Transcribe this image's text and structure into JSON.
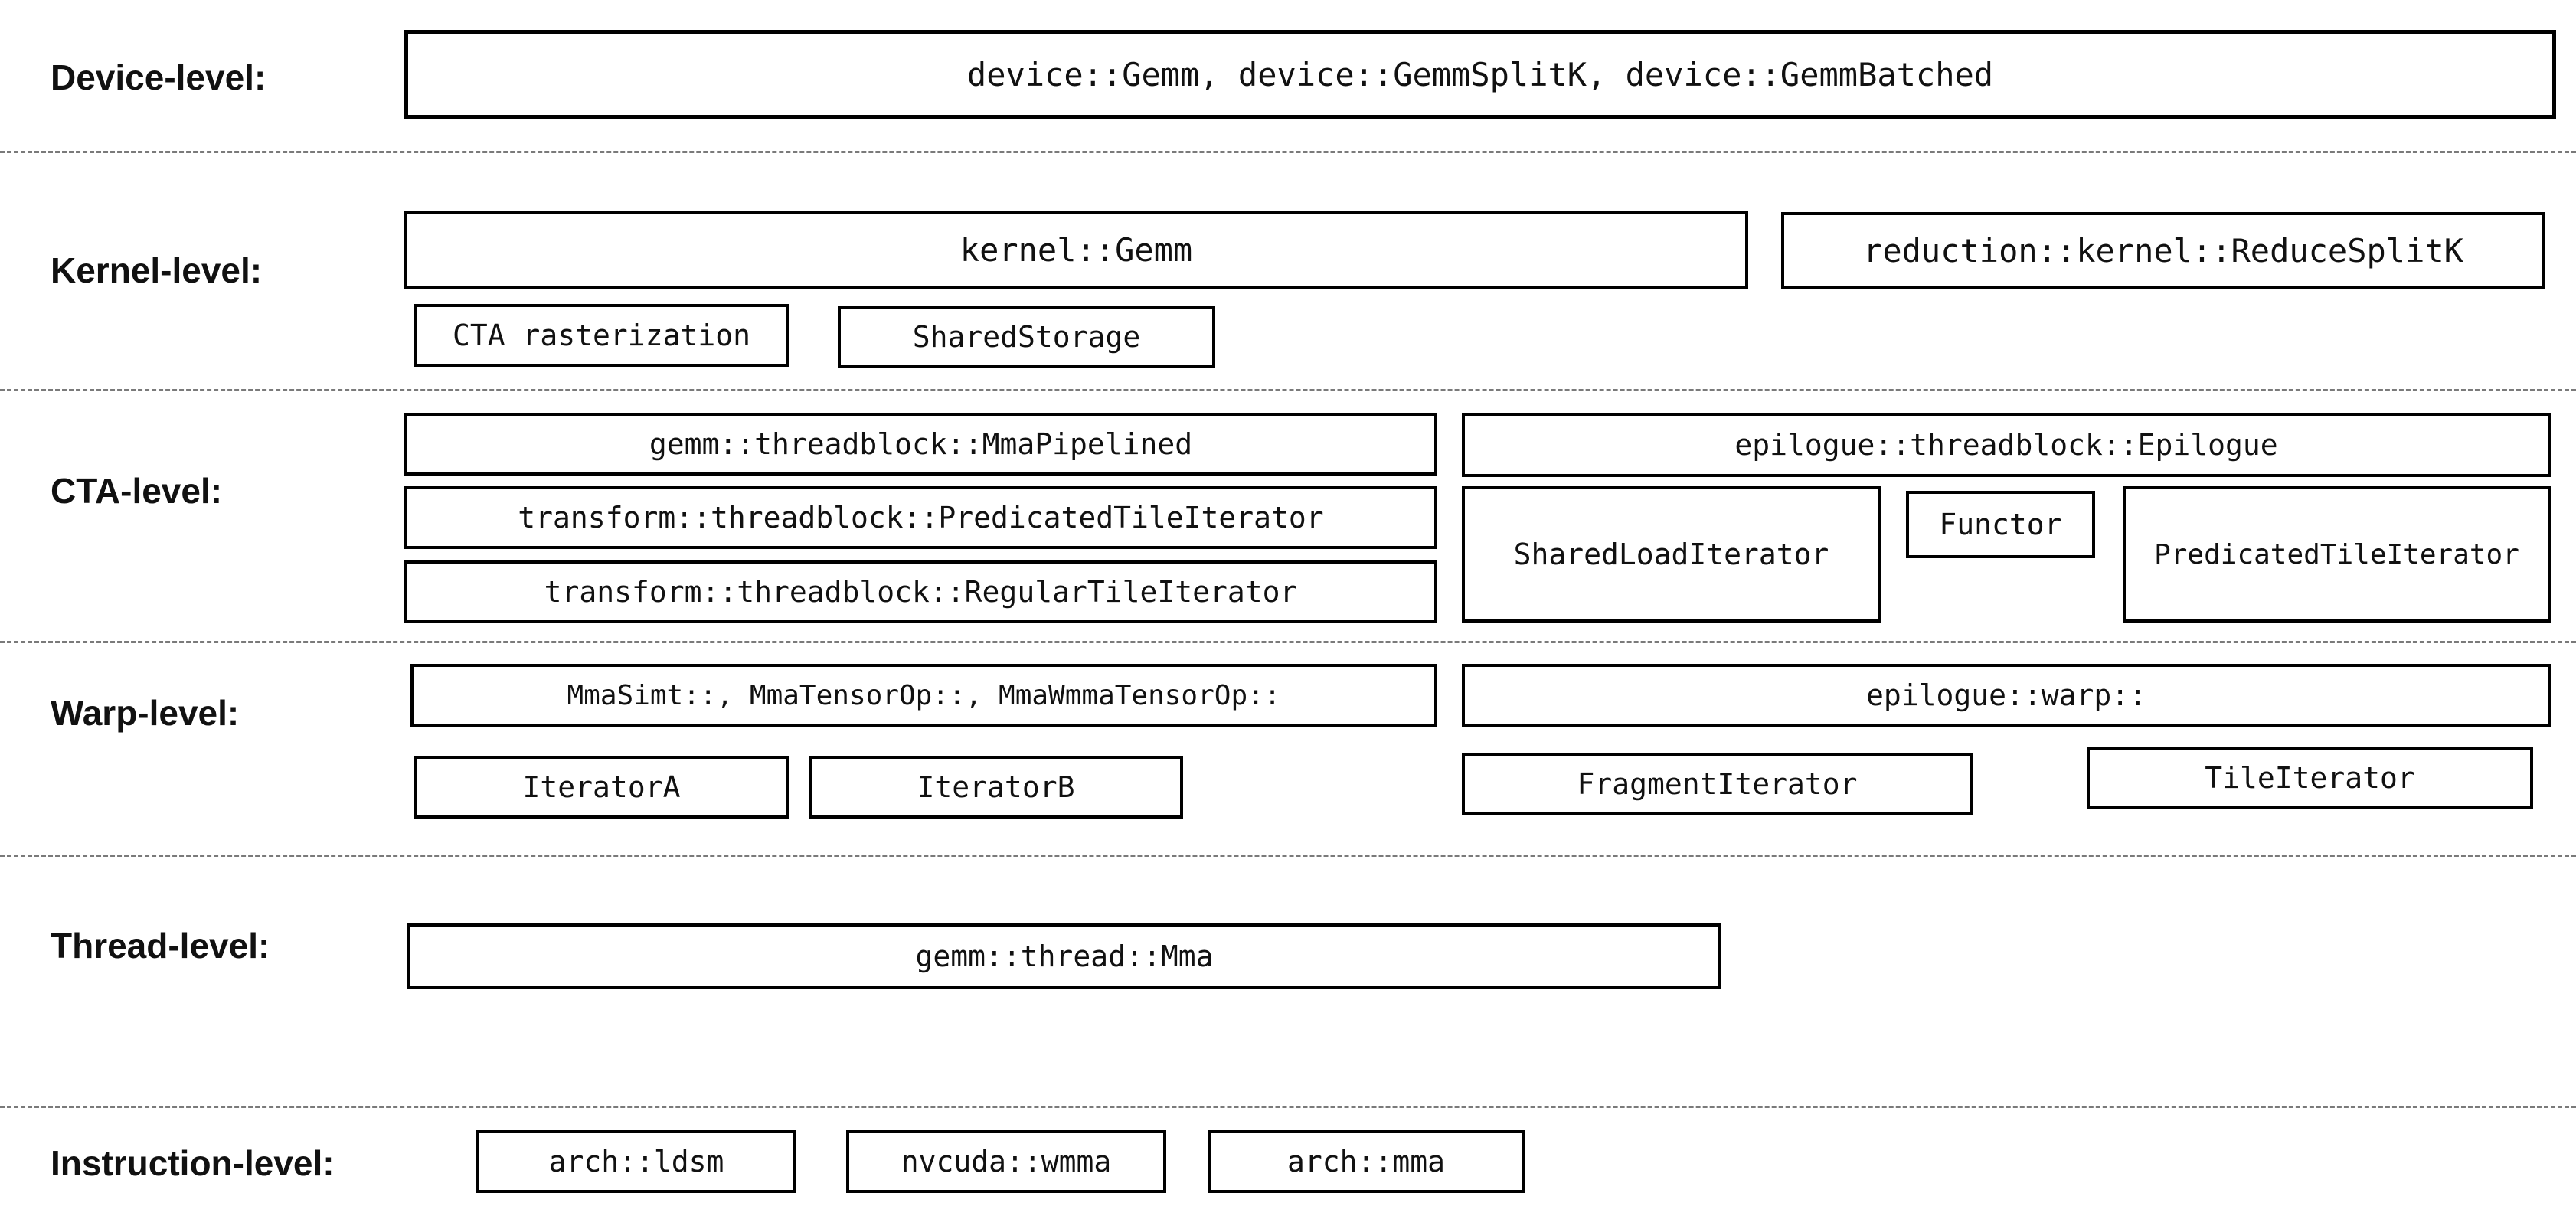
{
  "levels": {
    "device": {
      "label": "Device-level:"
    },
    "kernel": {
      "label": "Kernel-level:"
    },
    "cta": {
      "label": "CTA-level:"
    },
    "warp": {
      "label": "Warp-level:"
    },
    "thread": {
      "label": "Thread-level:"
    },
    "instruction": {
      "label": "Instruction-level:"
    }
  },
  "boxes": {
    "device_gemm": "device::Gemm, device::GemmSplitK, device::GemmBatched",
    "kernel_gemm": "kernel::Gemm",
    "reduce_splitk": "reduction::kernel::ReduceSplitK",
    "cta_rasterization": "CTA rasterization",
    "shared_storage": "SharedStorage",
    "mma_pipelined": "gemm::threadblock::MmaPipelined",
    "transform_predicated_tile_iterator": "transform::threadblock::PredicatedTileIterator",
    "transform_regular_tile_iterator": "transform::threadblock::RegularTileIterator",
    "epilogue_threadblock": "epilogue::threadblock::Epilogue",
    "shared_load_iterator": "SharedLoadIterator",
    "functor": "Functor",
    "epilogue_predicated_tile_iterator": "PredicatedTileIterator",
    "warp_mma": "MmaSimt::, MmaTensorOp::, MmaWmmaTensorOp::",
    "epilogue_warp": "epilogue::warp::",
    "iterator_a": "IteratorA",
    "iterator_b": "IteratorB",
    "fragment_iterator": "FragmentIterator",
    "tile_iterator": "TileIterator",
    "thread_mma": "gemm::thread::Mma",
    "arch_ldsm": "arch::ldsm",
    "nvcuda_wmma": "nvcuda::wmma",
    "arch_mma": "arch::mma"
  }
}
